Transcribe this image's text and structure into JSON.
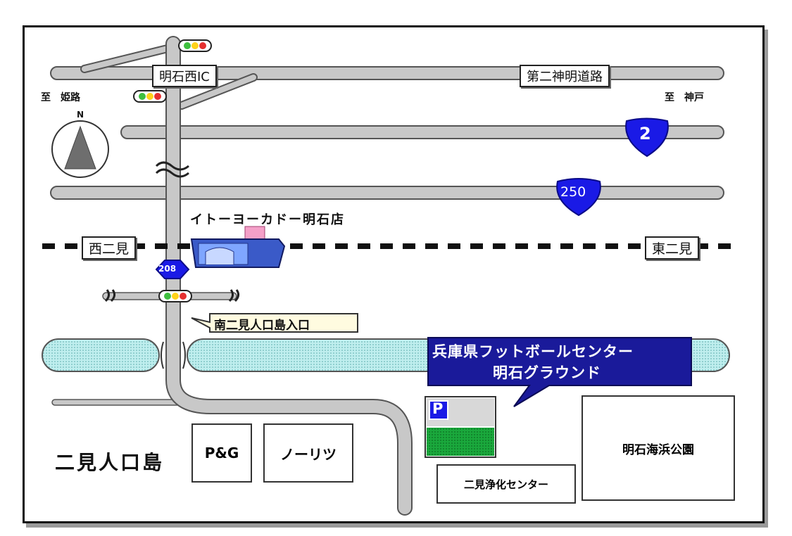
{
  "map": {
    "directions": {
      "west": "至　姫路",
      "east": "至　神戸"
    },
    "compass": "N",
    "interchange": "明石西IC",
    "expressway": "第二神明道路",
    "route_shields": [
      "2",
      "250",
      "208"
    ],
    "store": "イトーヨーカドー明石店",
    "stations": {
      "west": "西二見",
      "east": "東二見"
    },
    "intersection": "南二見人口島入口",
    "callout": {
      "line1": "兵庫県フットボールセンター",
      "line2": "明石グラウンド"
    },
    "parking": "P",
    "area": "二見人口島",
    "buildings": {
      "pg": "P&G",
      "noritz": "ノーリツ",
      "purification": "二見浄化センター",
      "park": "明石海浜公園"
    }
  },
  "colors": {
    "road": "#c8c8c8",
    "road_edge": "#555555",
    "shield": "#1a1ae6",
    "callout": "#1a1a9a",
    "canal": "#a6e6e6",
    "field": "#22aa44"
  }
}
